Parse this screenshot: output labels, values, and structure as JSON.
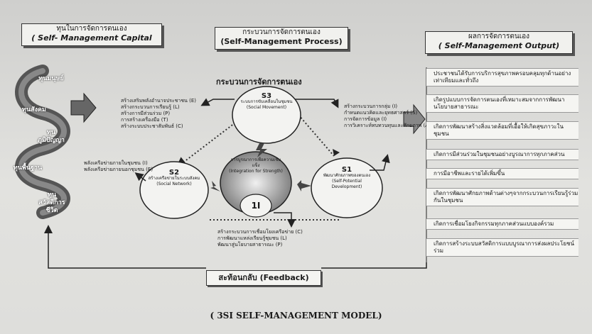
{
  "headers": {
    "capital": {
      "th": "ทุนในการจัดการตนเอง",
      "en": "( Self- Management Capital"
    },
    "process": {
      "th": "กระบวนการจัดการตนเอง",
      "en": "(Self-Management Process)"
    },
    "output": {
      "th": "ผลการจัดการตนเอง",
      "en": "( Self-Management Output)"
    }
  },
  "capitals": [
    "ทุนมนุษย์",
    "ทุนสังคม",
    "ทุนภูมิปัญญา",
    "ทุนพื้นฐาน",
    "ทุนสวัสดิการชีวิต"
  ],
  "process_title": "กระบวนการจัดการตนเอง",
  "s3": {
    "label": "S3",
    "text": "ระบบการขับเคลื่อนในชุมชน",
    "en": "(Social Movement)"
  },
  "s2": {
    "label": "S2",
    "text": "สร้างเครือข่ายในระบบสังคม",
    "en": "(Social Network)"
  },
  "s1": {
    "label": "S1",
    "text": "พัฒนาศักยภาพของตนเอง",
    "en": "(Self-Potential Development)"
  },
  "center": {
    "text": "การบูรณาการเพื่อความเข้มแข็ง",
    "en": "(Integration for Strength)",
    "label": "1I"
  },
  "s3_items": [
    "สร้างเสริมพลังอำนาจประชาชน (E)",
    "สร้างกระบวนการเรียนรู้ (L)",
    "สร้างการมีส่วนร่วม (P)",
    "การสร้างเครื่องมือ (T)",
    "สร้างระบบประชาสัมพันธ์ (C)"
  ],
  "s1_items": [
    "สร้างกระบวนการกลุ่ม (I)",
    "กำหนดแนวคิดและยุทธศาสตร์ (S)",
    "การจัดการข้อมูล (I)",
    "การวิเคราะห์ทบทวนทุนและศักยภาพ (A)"
  ],
  "s2_items": [
    "พลังเครือข่ายภายในชุมชน (I)",
    "พลังเครือข่ายภายนอกชุมชน (E)"
  ],
  "bottom_items": [
    "สร้างกระบวนการเชื่อมโยงเครือข่าย (C)",
    "การพัฒนาแหล่งเรียนรู้ชุมชน (L)",
    "พัฒนาสู่นโยบายสาธารณะ (P)"
  ],
  "outputs": [
    "ประชาชนได้รับการบริการสุขภาพครอบคลุมทุกด้านอย่างเท่าเทียมและทั่วถึง",
    "เกิดรูปแบบการจัดการตนเองที่เหมาะสมจากการพัฒนานโยบายสาธารณะ",
    "เกิดการพัฒนาสร้างสิ่งแวดล้อมที่เอื้อให้เกิดสุขภาวะในชุมชน",
    "เกิดการมีส่วนร่วมในชุมชนอย่างบูรณาการทุกภาคส่วน",
    "การมีอาชีพและรายได้เพิ่มขึ้น",
    "เกิดการพัฒนาศักยภาพด้านต่างๆจากกระบวนการเรียนรู้ร่วมกันในชุมชน",
    "เกิดการเชื่อมโยงกิจกรรมทุกภาคส่วนแบบองค์รวม",
    "เกิดการสร้างระบบสวัสดิการแบบบูรณาการส่งผลประโยชน์ร่วม"
  ],
  "feedback": "สะท้อนกลับ (Feedback)",
  "model": "( 3SI  SELF-MANAGEMENT MODEL)"
}
